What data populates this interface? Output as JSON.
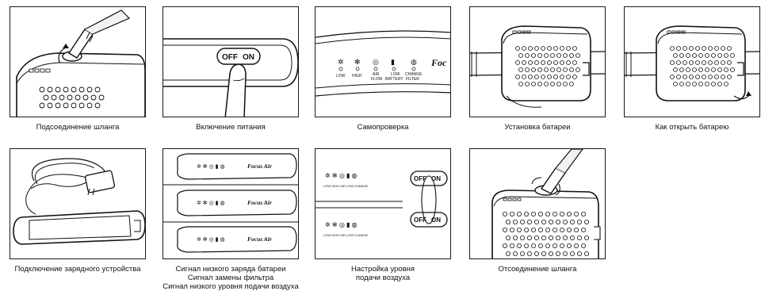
{
  "steps": [
    {
      "caption": "Подсоединение шланга"
    },
    {
      "caption": "Включение питания"
    },
    {
      "caption": "Самопроверка"
    },
    {
      "caption": "Установка батареи"
    },
    {
      "caption": "Как открыть батарею"
    },
    {
      "caption": "Подключение зарядного устройства"
    },
    {
      "caption_lines": [
        "Сигнал низкого заряда батареи",
        "Сигнал замены фильтра",
        "Сигнал низкого уровня подачи воздуха"
      ]
    },
    {
      "caption_lines": [
        "Настройка уровня",
        "подачи воздуха"
      ]
    },
    {
      "caption": "Отсоединение шланга"
    }
  ],
  "switch": {
    "off": "OFF",
    "on": "ON"
  },
  "indicators": {
    "low": "LOW",
    "high": "HIGH",
    "airflow_1": "AIR",
    "airflow_2": "FLOW",
    "battery_1": "LOW",
    "battery_2": "BATTERY",
    "filter_1": "CHANGE",
    "filter_2": "FILTER"
  },
  "brand": {
    "short": "Foc",
    "full": "Focus Air"
  }
}
